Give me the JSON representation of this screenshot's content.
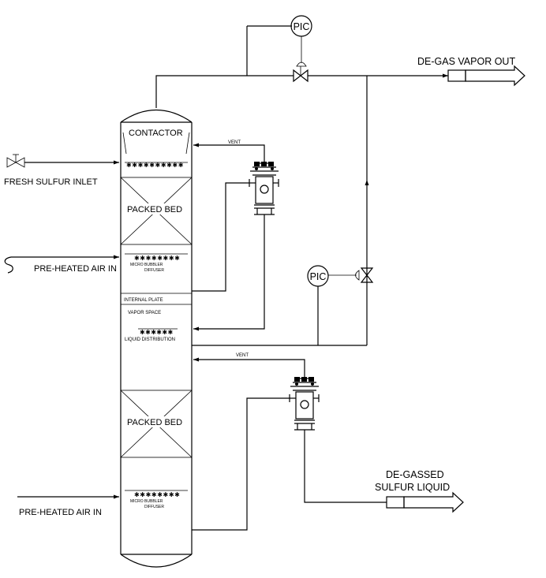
{
  "labels": {
    "contactor": "CONTACTOR",
    "packed_bed_upper": "PACKED BED",
    "micro_bubbler_upper_1": "MICRO BUBBLER",
    "micro_bubbler_upper_2": "DIFFUSER",
    "internal_plate": "INTERNAL PLATE",
    "vapor_space": "VAPOR SPACE",
    "liquid_distribution": "LIQUID DISTRIBUTION",
    "packed_bed_lower": "PACKED BED",
    "micro_bubbler_lower_1": "MICRO BUBBLER",
    "micro_bubbler_lower_2": "DIFFUSER",
    "fresh_sulfur_inlet": "FRESH SULFUR INLET",
    "preheated_air_upper": "PRE-HEATED AIR IN",
    "preheated_air_lower": "PRE-HEATED AIR IN",
    "degas_vapor_out": "DE-GAS VAPOR OUT",
    "degassed_liquid_1": "DE-GASSED",
    "degassed_liquid_2": "SULFUR LIQUID",
    "vent_upper": "VENT",
    "vent_lower": "VENT",
    "pic_top": "PIC",
    "pic_mid": "PIC"
  }
}
